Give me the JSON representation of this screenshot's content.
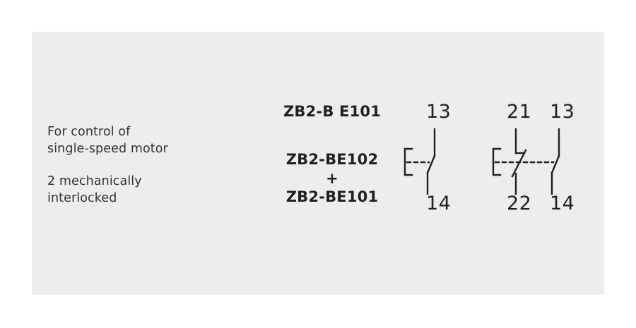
{
  "panel": {
    "background_color": "#ededed",
    "page_background_color": "#ffffff"
  },
  "description": {
    "paragraphs": [
      {
        "lines": [
          "For control of",
          "single-speed motor"
        ]
      },
      {
        "lines": [
          "2 mechanically",
          "interlocked"
        ]
      }
    ]
  },
  "references": {
    "text_color": "#231f20",
    "blocks": [
      {
        "lines": [
          "ZB2-B E101"
        ]
      },
      {
        "lines": [
          "ZB2-BE102",
          "+",
          "ZB2-BE101"
        ]
      }
    ]
  },
  "schematics": {
    "line_color": "#231f20",
    "symbols": [
      {
        "name": "single-no-contact",
        "contacts": [
          {
            "type": "normally-open",
            "top_terminal": "13",
            "bottom_terminal": "14"
          }
        ]
      },
      {
        "name": "nc-plus-no-contact",
        "contacts": [
          {
            "type": "normally-closed",
            "top_terminal": "21",
            "bottom_terminal": "22"
          },
          {
            "type": "normally-open",
            "top_terminal": "13",
            "bottom_terminal": "14"
          }
        ]
      }
    ]
  }
}
